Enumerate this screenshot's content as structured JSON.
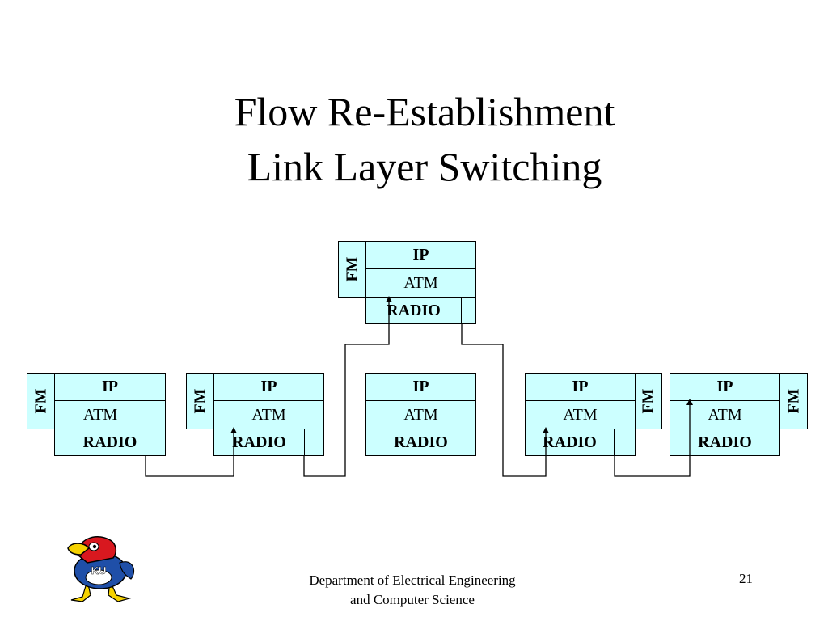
{
  "title": {
    "line1": "Flow Re-Establishment",
    "line2": "Link Layer Switching"
  },
  "stacks": {
    "top": {
      "fm": "FM",
      "ip": "IP",
      "atm": "ATM",
      "radio": "RADIO"
    },
    "s1": {
      "fm": "FM",
      "ip": "IP",
      "atm": "ATM",
      "radio": "RADIO"
    },
    "s2": {
      "fm": "FM",
      "ip": "IP",
      "atm": "ATM",
      "radio": "RADIO"
    },
    "s3": {
      "ip": "IP",
      "atm": "ATM",
      "radio": "RADIO"
    },
    "s4": {
      "fm": "FM",
      "ip": "IP",
      "atm": "ATM",
      "radio": "RADIO"
    },
    "s5": {
      "fm": "FM",
      "ip": "IP",
      "atm": "ATM",
      "radio": "RADIO"
    }
  },
  "footer": {
    "dept_line1": "Department of Electrical Engineering",
    "dept_line2": "and Computer Science",
    "page_number": "21"
  },
  "logo": {
    "icon": "jayhawk-logo-icon",
    "text": "KU"
  }
}
